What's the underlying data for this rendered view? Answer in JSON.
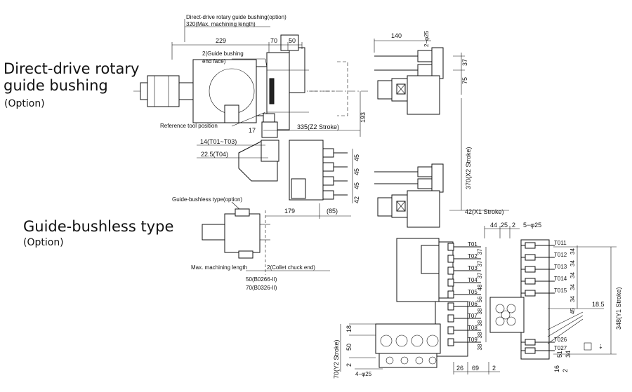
{
  "titles": {
    "direct_line1": "Direct-drive rotary",
    "direct_line2": "guide bushing",
    "direct_option": "(Option)",
    "bushless": "Guide-bushless type",
    "bushless_option": "(Option)"
  },
  "labels": {
    "guide_bushing_option": "Direct-drive rotary guide bushing(option)",
    "max_len_320": "320(Max. machining length)",
    "d229": "229",
    "d70": "70",
    "d50": "50",
    "gb_end_face_1": "2(Guide bushing",
    "gb_end_face_2": "end face)",
    "ref_tool": "Reference tool position",
    "d17": "17",
    "z2": "335(Z2 Stroke)",
    "d193": "193",
    "t01_t03": "14(T01~T03)",
    "t04": "22.5(T04)",
    "d45a": "45",
    "d45b": "45",
    "d45c": "45",
    "d42a": "42",
    "gbless_option": "Guide-bushless type(option)",
    "d179": "179",
    "d85": "(85)",
    "max_len": "Max. machining length",
    "collet_end": "2(Collet chuck end)",
    "b0266": "50(B0266-II)",
    "b0326": "70(B0326-II)",
    "d140": "140",
    "phi25_top": "2−φ25",
    "d37": "37",
    "d75": "75",
    "x2": "370(X2 Stroke)",
    "x1": "42(X1 Stroke)",
    "d44": "44",
    "d25": "25",
    "d2a": "2",
    "phi25_5": "5−φ25",
    "y1": "348(Y1 Stroke)",
    "d18_5": "18.5",
    "y2": "70(Y2 Stroke)",
    "d18": "18",
    "d50b": "50",
    "d2b": "2",
    "phi25_4": "4−φ25",
    "d26": "26",
    "d69": "69",
    "d2c": "2",
    "d16": "16",
    "d2d": "2",
    "d34_51": "51",
    "d34_b": "34"
  },
  "tools_mid": [
    "T01",
    "T02",
    "T03",
    "T04",
    "T05",
    "T06",
    "T07",
    "T08",
    "T09"
  ],
  "pitch_mid": [
    "37",
    "37",
    "37",
    "48",
    "56",
    "38",
    "38",
    "38",
    "38"
  ],
  "tools_right": [
    "T011",
    "T012",
    "T013",
    "T014",
    "T015",
    "T026",
    "T027"
  ],
  "pitch_right": [
    "34",
    "34",
    "34",
    "34",
    "34",
    "45"
  ]
}
